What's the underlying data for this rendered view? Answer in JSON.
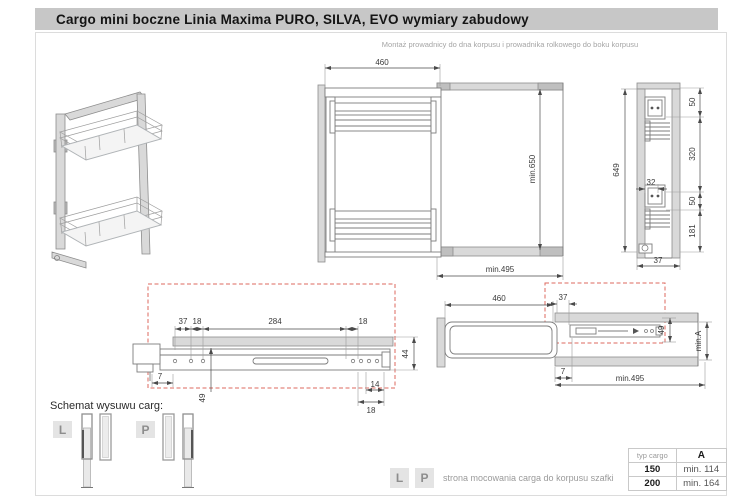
{
  "header": {
    "title": "Cargo mini boczne Linia Maxima PURO, SILVA, EVO wymiary zabudowy"
  },
  "notes": {
    "mounting": "Montaż prowadnicy do dna korpusu i prowadnika rolkowego do boku korpusu",
    "schemat": "Schemat wysuwu carg:",
    "side_note": "strona mocowania carga do korpusu szafki"
  },
  "markers": {
    "left": "L",
    "right": "P"
  },
  "drawings": {
    "front_view": {
      "dim_width": "460",
      "dim_height": "min.650",
      "dim_depth": "min.495"
    },
    "side_view": {
      "dim_height": "649",
      "dim_top": "50",
      "dim_upper": "320",
      "dim_mid": "50",
      "dim_lower": "181",
      "dim_bracket": "32",
      "dim_base": "37"
    },
    "rail_detail": {
      "dim_a": "37",
      "dim_b": "18",
      "dim_c": "284",
      "dim_d": "18",
      "dim_height": "44",
      "dim_depth": "49",
      "dim_front": "7",
      "dim_hole": "14",
      "dim_end": "18"
    },
    "plan_view": {
      "dim_ext": "460",
      "dim_gap": "37",
      "dim_rail": "49",
      "dim_width": "min.A",
      "dim_front": "7",
      "dim_depth": "min.495"
    }
  },
  "table": {
    "col1": "typ cargo",
    "col2": "A",
    "rows": [
      {
        "typ": "150",
        "a": "min. 114"
      },
      {
        "typ": "200",
        "a": "min. 164"
      }
    ]
  },
  "colors": {
    "header_bg": "#c7c7c7",
    "accent_dashed": "#de6a5f",
    "panel_gray": "#d9d9d9"
  }
}
